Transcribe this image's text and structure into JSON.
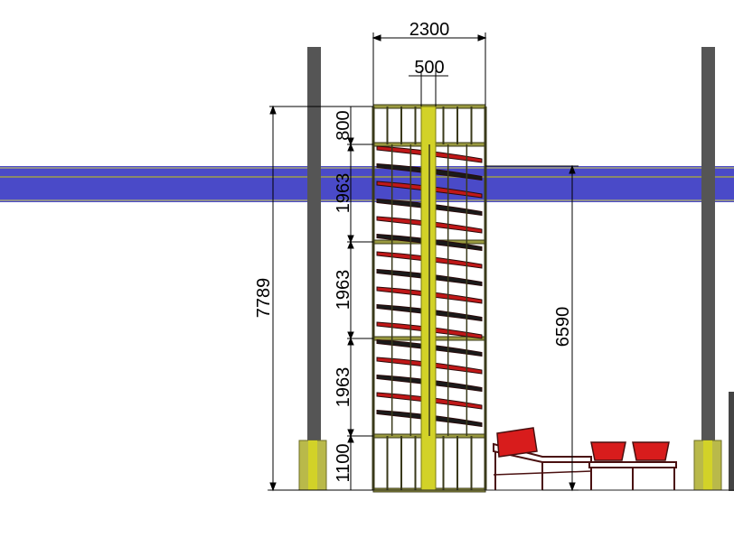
{
  "drawing": {
    "dimensions": {
      "tower_width": "2300",
      "column_width": "500",
      "total_height": "7789",
      "top_section": "800",
      "section_1": "1963",
      "section_2": "1963",
      "section_3": "1963",
      "base_section": "1100",
      "beam_height": "6590"
    }
  },
  "colors": {
    "beam": "#4a4ac8",
    "column": "#555555",
    "footing": "#b9b94a",
    "frame": "#3a3a1a",
    "core": "#d2d228",
    "chute": "#c01818",
    "conveyor_bin": "#d81c1c",
    "conveyor_frame": "#4a1010"
  }
}
